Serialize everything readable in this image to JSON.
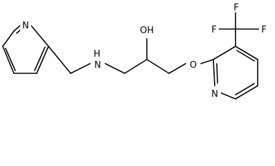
{
  "atoms": {
    "n_pyridine_left": "N",
    "nh_amine": "H",
    "n_amine": "N",
    "oh_hydroxyl": "OH",
    "o_ether": "O",
    "n_pyridine_right": "N",
    "f_top": "F",
    "f_left": "F",
    "f_right": "F"
  },
  "colors": {
    "bond": "#000000",
    "label": "#000000",
    "background": "#ffffff"
  }
}
